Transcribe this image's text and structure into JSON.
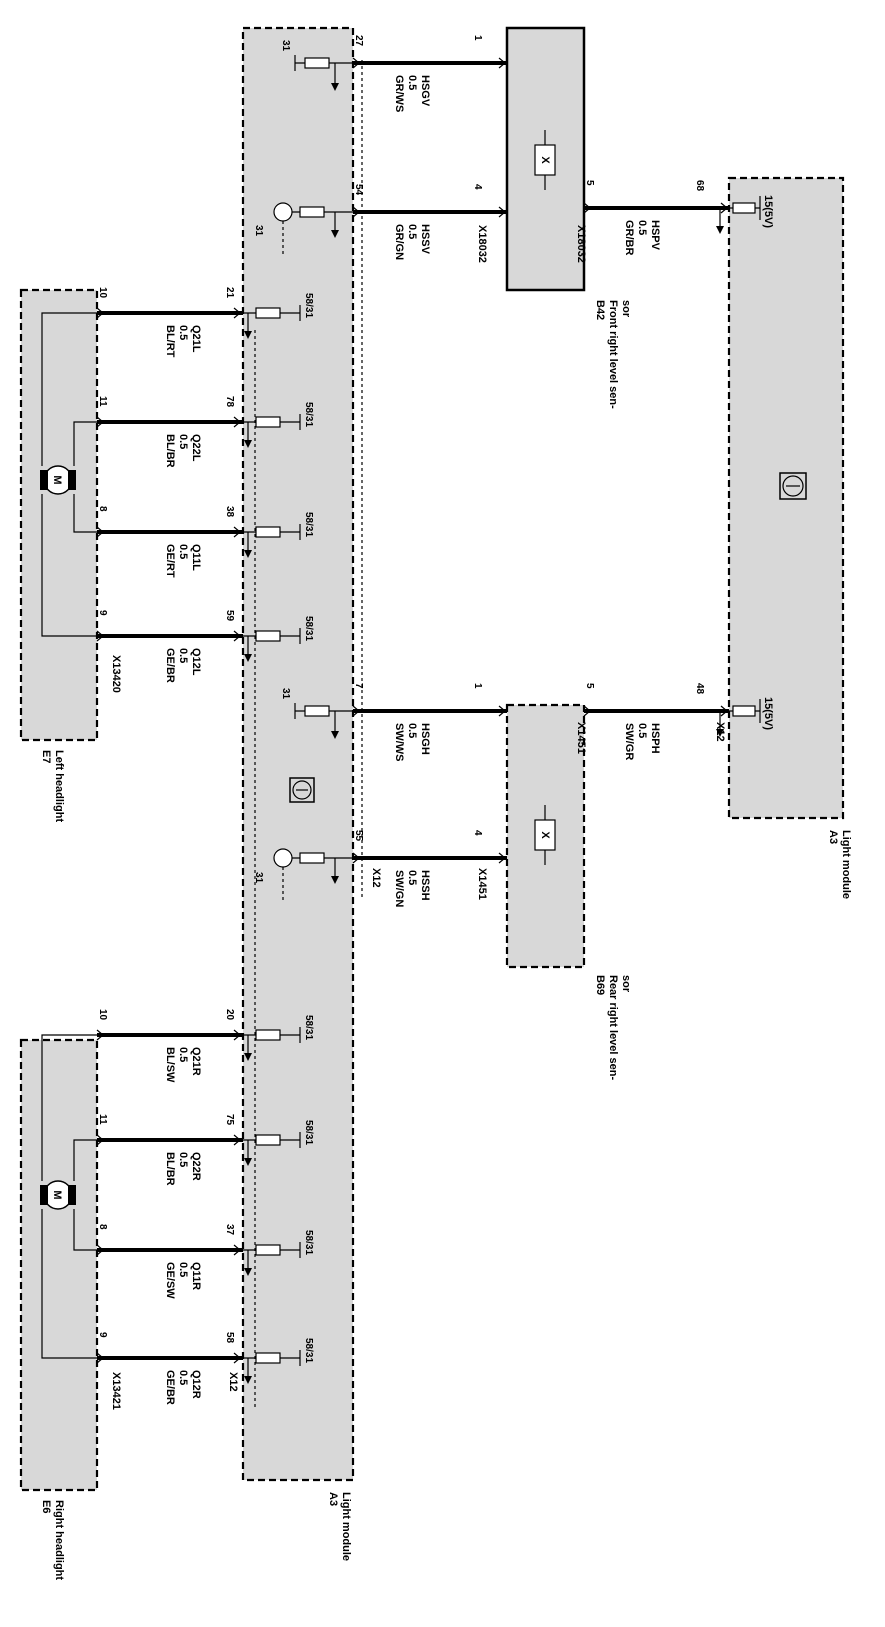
{
  "components": {
    "light_module": {
      "ref": "A3",
      "name": "Light module"
    },
    "light_module_right": {
      "ref": "A3",
      "name": "Light module"
    },
    "front_sensor": {
      "ref": "B42",
      "name": "Front right level sen-\nsor"
    },
    "rear_sensor": {
      "ref": "B69",
      "name": "Rear right level sen-\nsor"
    },
    "left_headlight": {
      "ref": "E7",
      "name": "Left headlight"
    },
    "right_headlight": {
      "ref": "E6",
      "name": "Right headlight"
    }
  },
  "connectors": {
    "x18032_a": "X18032",
    "x18032_b": "X18032",
    "x1451_a": "X1451",
    "x1451_b": "X1451",
    "x12_a": "X12",
    "x12_b": "X12",
    "x12_c": "X12",
    "x13420": "X13420",
    "x13421": "X13421"
  },
  "ground_labels": [
    "31",
    "31",
    "31",
    "31"
  ],
  "supply_labels": [
    "15(5V)",
    "15(5V)"
  ],
  "module_pin_labels": [
    "58/31",
    "58/31",
    "58/31",
    "58/31",
    "58/31",
    "58/31",
    "58/31",
    "58/31"
  ],
  "sensor_wires": [
    {
      "left_pin": "27",
      "right_pin": "1",
      "signal": "HSGV",
      "size": "0.5",
      "color": "GR/WS"
    },
    {
      "left_pin": "54",
      "right_pin": "4",
      "signal": "HSSV",
      "size": "0.5",
      "color": "GR/GN"
    },
    {
      "left_pin": "5",
      "right_pin": "68",
      "signal": "HSPV",
      "size": "0.5",
      "color": "GR/BR"
    },
    {
      "left_pin": "7",
      "right_pin": "1",
      "signal": "HSGH",
      "size": "0.5",
      "color": "SW/WS"
    },
    {
      "left_pin": "55",
      "right_pin": "4",
      "signal": "HSSH",
      "size": "0.5",
      "color": "SW/GN"
    },
    {
      "left_pin": "5",
      "right_pin": "48",
      "signal": "HSPH",
      "size": "0.5",
      "color": "SW/GR"
    }
  ],
  "headlight_wires": [
    {
      "hl_pin": "10",
      "mod_pin": "21",
      "signal": "Q21L",
      "size": "0.5",
      "color": "BL/RT"
    },
    {
      "hl_pin": "11",
      "mod_pin": "78",
      "signal": "Q22L",
      "size": "0.5",
      "color": "BL/BR"
    },
    {
      "hl_pin": "8",
      "mod_pin": "38",
      "signal": "Q11L",
      "size": "0.5",
      "color": "GE/RT"
    },
    {
      "hl_pin": "9",
      "mod_pin": "59",
      "signal": "Q12L",
      "size": "0.5",
      "color": "GE/BR"
    },
    {
      "hl_pin": "10",
      "mod_pin": "20",
      "signal": "Q21R",
      "size": "0.5",
      "color": "BL/SW"
    },
    {
      "hl_pin": "11",
      "mod_pin": "75",
      "signal": "Q22R",
      "size": "0.5",
      "color": "BL/BR"
    },
    {
      "hl_pin": "8",
      "mod_pin": "37",
      "signal": "Q11R",
      "size": "0.5",
      "color": "GE/SW"
    },
    {
      "hl_pin": "9",
      "mod_pin": "58",
      "signal": "Q12R",
      "size": "0.5",
      "color": "GE/BR"
    }
  ],
  "motor_symbol": "M",
  "sensor_symbol": "X"
}
